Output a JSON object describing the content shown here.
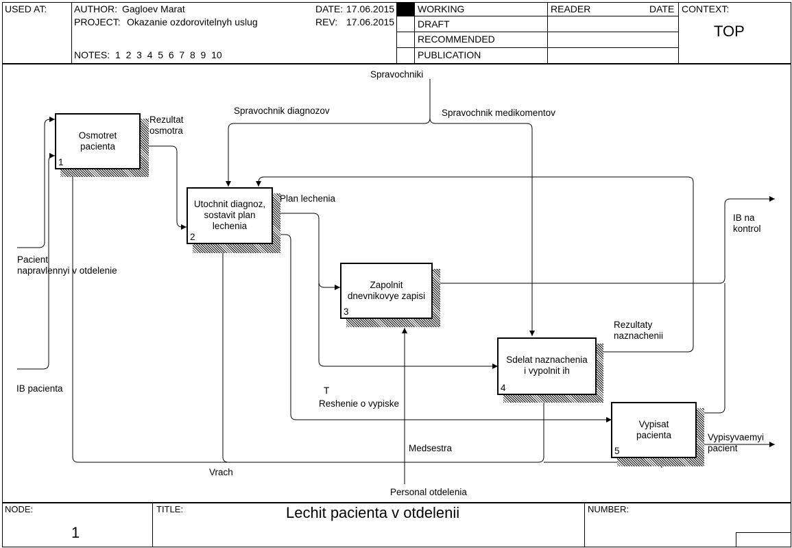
{
  "header": {
    "used_at_label": "USED AT:",
    "author_label": "AUTHOR:",
    "author": "Gagloev Marat",
    "project_label": "PROJECT:",
    "project": "Okazanie ozdorovitelnyh uslug",
    "date_label": "DATE:",
    "date": "17.06.2015",
    "rev_label": "REV:",
    "rev": "17.06.2015",
    "notes_label": "NOTES:",
    "notes": "1  2  3  4  5  6  7  8  9  10",
    "status": [
      "WORKING",
      "DRAFT",
      "RECOMMENDED",
      "PUBLICATION"
    ],
    "reader_label": "READER",
    "reader_date_label": "DATE",
    "context_label": "CONTEXT:",
    "context_value": "TOP"
  },
  "boxes": [
    {
      "lines": [
        "Osmotret",
        "pacienta"
      ],
      "num": "1"
    },
    {
      "lines": [
        "Utochnit diagnoz,",
        "sostavit plan",
        "lechenia"
      ],
      "num": "2"
    },
    {
      "lines": [
        "Zapolnit",
        "dnevnikovye zapisi"
      ],
      "num": "3"
    },
    {
      "lines": [
        "Sdelat naznachenia",
        "i vypolnit ih"
      ],
      "num": "4"
    },
    {
      "lines": [
        "Vypisat",
        "pacienta"
      ],
      "num": "5"
    }
  ],
  "arrows": {
    "spravochniki": "Spravochniki",
    "spravochnik_diagnozov": "Spravochnik diagnozov",
    "spravochnik_medikomentov": "Spravochnik medikomentov",
    "rezultat_osmotra": [
      "Rezultat",
      "osmotra"
    ],
    "plan_lechenia": "Plan lechenia",
    "ib_na_kontrol": [
      "IB na",
      "kontrol"
    ],
    "pacient_napravlennyi": [
      "Pacient",
      "napravlennyi v otdelenie"
    ],
    "ib_pacienta": "IB pacienta",
    "rezultaty_naznachenii": [
      "Rezultaty",
      "naznachenii"
    ],
    "t_mark": "T",
    "reshenie_o_vypiske": "Reshenie o vypiske",
    "medsestra": "Medsestra",
    "vypisyvaemyi_pacient": [
      "Vypisyvaemyi",
      "pacient"
    ],
    "vrach": "Vrach",
    "personal_otdelenia": "Personal otdelenia"
  },
  "footer": {
    "node_label": "NODE:",
    "node_value": "1",
    "title_label": "TITLE:",
    "title": "Lechit pacienta v otdelenii",
    "number_label": "NUMBER:"
  }
}
